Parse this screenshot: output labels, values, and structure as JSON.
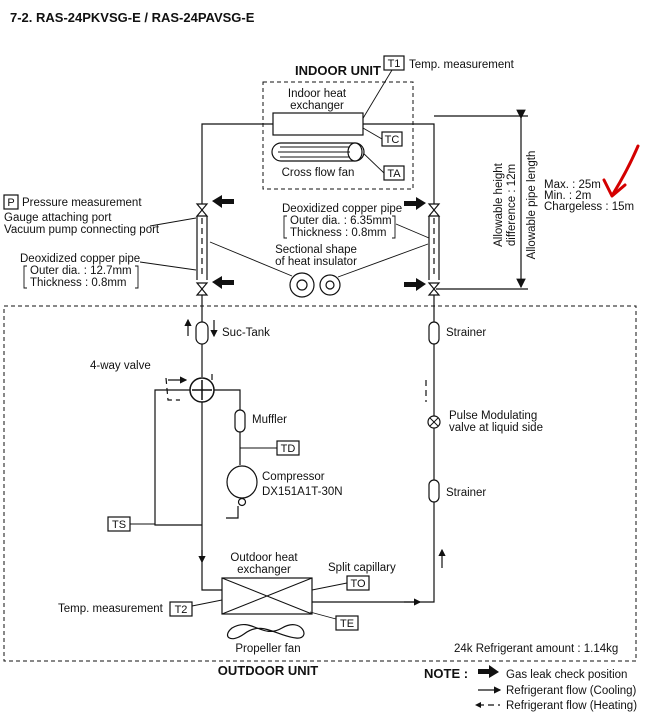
{
  "title": "7-2. RAS-24PKVSG-E / RAS-24PAVSG-E",
  "indoor": {
    "unit_label": "INDOOR UNIT",
    "t1_tag": "T1",
    "temp_measurement": "Temp. measurement",
    "hx_line1": "Indoor heat",
    "hx_line2": "exchanger",
    "tc_tag": "TC",
    "ta_tag": "TA",
    "fan_label": "Cross flow fan"
  },
  "pressure": {
    "p_tag": "P",
    "label": "Pressure measurement",
    "gauge_line1": "Gauge attaching port",
    "gauge_line2": "Vacuum pump connecting port"
  },
  "pipe_gas": {
    "title": "Deoxidized copper pipe",
    "outer": "Outer dia. : 12.7mm",
    "thickness": "Thickness : 0.8mm"
  },
  "pipe_liquid": {
    "title": "Deoxidized copper pipe",
    "outer": "Outer dia. : 6.35mm",
    "thickness": "Thickness : 0.8mm"
  },
  "insulator": {
    "line1": "Sectional shape",
    "line2": "of heat insulator"
  },
  "height": {
    "line1": "Allowable  height",
    "line2": "difference : 12m",
    "pipe_length": "Allowable pipe length"
  },
  "pipe_limits": {
    "max": "Max.    : 25m",
    "min": "Min.    : 2m",
    "chargeless": "Chargeless : 15m"
  },
  "outdoor": {
    "suc_tank": "Suc-Tank",
    "four_way": "4-way valve",
    "muffler": "Muffler",
    "td_tag": "TD",
    "compressor": "Compressor",
    "compressor_model": "DX151A1T-30N",
    "ts_tag": "TS",
    "strainer_top": "Strainer",
    "pmv_line1": "Pulse Modulating",
    "pmv_line2": "valve at liquid side",
    "strainer_bottom": "Strainer",
    "hx_line1": "Outdoor heat",
    "hx_line2": "exchanger",
    "split_capillary": "Split capillary",
    "to_tag": "TO",
    "temp_measurement": "Temp. measurement",
    "t2_tag": "T2",
    "te_tag": "TE",
    "fan_label": "Propeller fan",
    "refrigerant": "24k  Refrigerant amount : 1.14kg",
    "unit_label": "OUTDOOR UNIT"
  },
  "note": {
    "label": "NOTE :",
    "gas_leak": "Gas leak check position",
    "cooling": "Refrigerant flow (Cooling)",
    "heating": "Refrigerant flow (Heating)"
  },
  "colors": {
    "annotation": "#d40000"
  }
}
